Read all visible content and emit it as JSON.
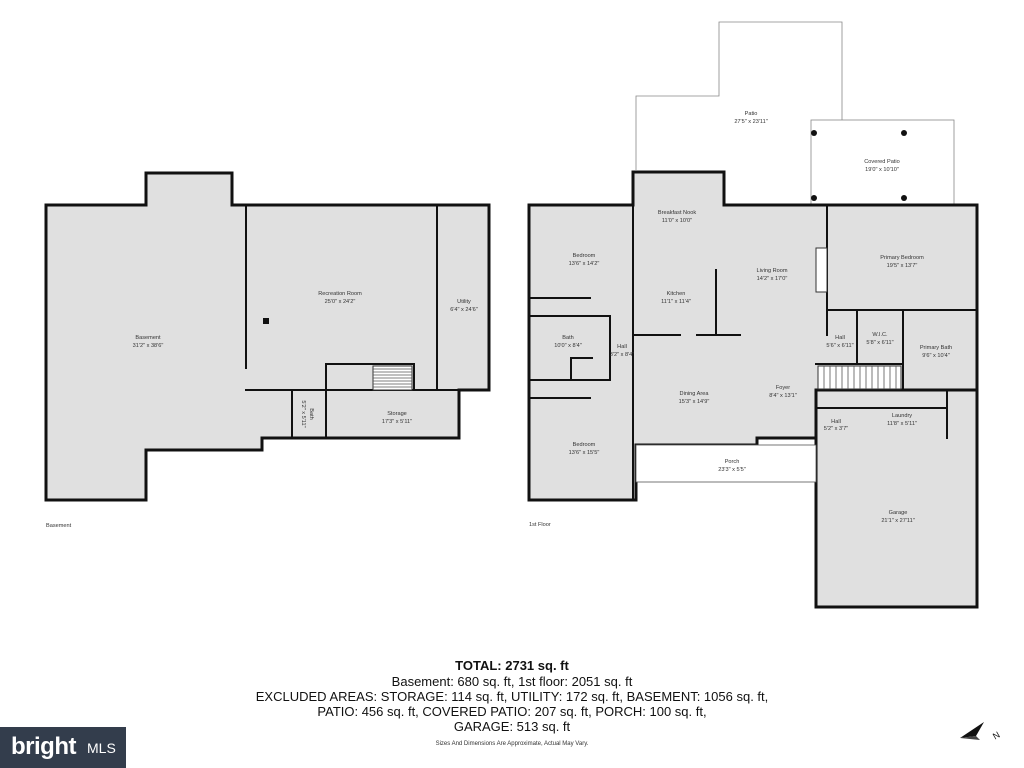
{
  "floors": {
    "basement": {
      "label": "Basement",
      "rooms": [
        {
          "name": "Basement",
          "dims": "31'2\" x 38'6\""
        },
        {
          "name": "Recreation Room",
          "dims": "25'0\" x 24'2\""
        },
        {
          "name": "Utility",
          "dims": "6'4\" x 24'6\""
        },
        {
          "name": "Storage",
          "dims": "17'3\" x 5'11\""
        },
        {
          "name": "Bath",
          "dims": "5'2\" x 5'11\""
        }
      ]
    },
    "first": {
      "label": "1st Floor",
      "rooms": [
        {
          "name": "Patio",
          "dims": "27'5\" x 23'11\""
        },
        {
          "name": "Covered Patio",
          "dims": "19'0\" x 10'10\""
        },
        {
          "name": "Breakfast Nook",
          "dims": "11'0\" x 10'0\""
        },
        {
          "name": "Bedroom",
          "dims": "13'6\" x 14'2\""
        },
        {
          "name": "Primary Bedroom",
          "dims": "19'5\" x 13'7\""
        },
        {
          "name": "Living Room",
          "dims": "14'2\" x 17'0\""
        },
        {
          "name": "Kitchen",
          "dims": "11'1\" x 11'4\""
        },
        {
          "name": "Bath",
          "dims": "10'0\" x 8'4\""
        },
        {
          "name": "Hall",
          "dims": "3'2\" x 8'4\""
        },
        {
          "name": "Hall",
          "dims": "5'6\" x 6'11\""
        },
        {
          "name": "W.I.C.",
          "dims": "5'8\" x 6'11\""
        },
        {
          "name": "Primary Bath",
          "dims": "9'6\" x 10'4\""
        },
        {
          "name": "Dining Area",
          "dims": "15'3\" x 14'9\""
        },
        {
          "name": "Foyer",
          "dims": "8'4\" x 13'1\""
        },
        {
          "name": "Hall",
          "dims": "5'2\" x 3'7\""
        },
        {
          "name": "Laundry",
          "dims": "11'8\" x 5'11\""
        },
        {
          "name": "Bedroom",
          "dims": "13'6\" x 15'5\""
        },
        {
          "name": "Porch",
          "dims": "23'3\" x 5'5\""
        },
        {
          "name": "Garage",
          "dims": "21'1\" x 27'11\""
        }
      ]
    }
  },
  "summary": {
    "total": "TOTAL: 2731 sq. ft",
    "line1": "Basement: 680 sq. ft, 1st floor: 2051 sq. ft",
    "line2": "EXCLUDED AREAS: STORAGE: 114 sq. ft, UTILITY: 172 sq. ft, BASEMENT: 1056 sq. ft,",
    "line3": "PATIO: 456 sq. ft, COVERED PATIO: 207 sq. ft, PORCH: 100 sq. ft,",
    "line4": "GARAGE: 513 sq. ft"
  },
  "disclaimer": "Sizes And Dimensions Are Approximate, Actual May Vary.",
  "branding": {
    "name": "bright",
    "suffix": "MLS"
  },
  "north_label": "N",
  "colors": {
    "floor": "#e0e0e0",
    "wall": "#111111",
    "brand_bg": "#333d4c"
  },
  "icons": [
    "north-arrow-icon",
    "bright-mls-logo"
  ]
}
